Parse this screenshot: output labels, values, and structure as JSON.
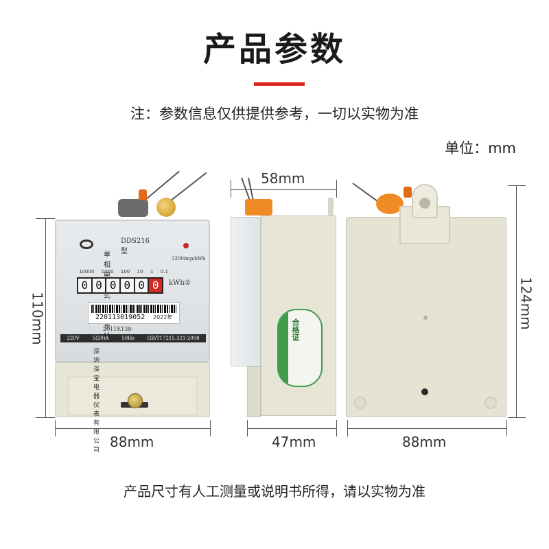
{
  "header": {
    "title": "产品参数",
    "note": "注：参数信息仅供提供参考，一切以实物为准",
    "unit": "单位：mm"
  },
  "dimensions": {
    "front_height": "110mm",
    "front_width": "88mm",
    "side_top": "58mm",
    "side_depth": "47mm",
    "back_width": "88mm",
    "back_height": "124mm"
  },
  "meter": {
    "model": "DDS216型",
    "name": "单相电子式电能表",
    "impulse": "3200imp/kWh",
    "register_ticks": [
      "10000",
      "1000",
      "100",
      "10",
      "1",
      "0.1"
    ],
    "register_digits": [
      "0",
      "0",
      "0",
      "0",
      "0",
      "0"
    ],
    "unit_label": "kWh②",
    "serial": "220113019052",
    "year": "2022年",
    "cert": "2011E138-44",
    "specs": [
      "220V",
      "5(20)A",
      "50Hz",
      "GB/T17215.321-2008"
    ],
    "maker": "深圳深宝电器仪表有限公司"
  },
  "sticker": {
    "text": "合格证"
  },
  "footer": {
    "text": "产品尺寸有人工测量或说明书所得，请以实物为准"
  },
  "colors": {
    "accent": "#d9251d",
    "meter_body": "#e7e5d5",
    "cert_green": "#3f9b4a"
  }
}
